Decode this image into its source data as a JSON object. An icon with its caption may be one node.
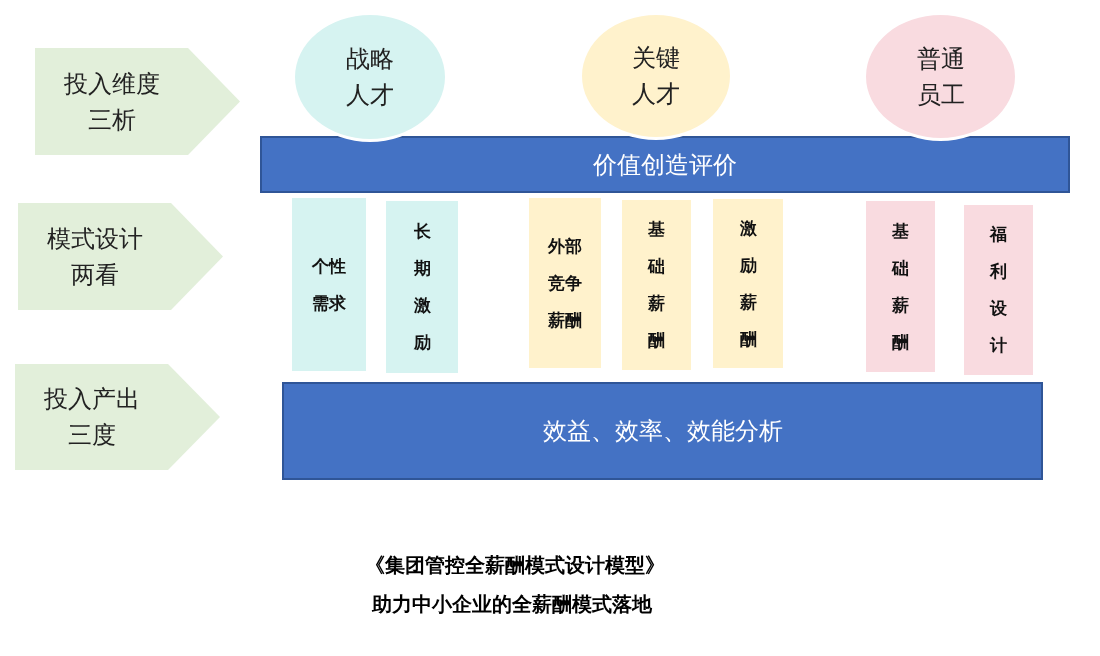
{
  "diagram": {
    "caption": "《集团管控全薪酬模式设计模型》",
    "nodes": [
      {
        "text": [
          "投入维度三析"
        ]
      },
      {
        "text": [
          "战略人才"
        ]
      },
      {
        "text": [
          "关键人才"
        ]
      },
      {
        "text": [
          "普通员工"
        ]
      },
      {
        "text": [
          "价值创造评价"
        ]
      },
      {
        "text": [
          "模式设计两看"
        ]
      },
      {
        "text": [
          "个性需求"
        ]
      },
      {
        "text": [
          "长期激励"
        ]
      },
      {
        "text": [
          "外部竞争薪酬"
        ]
      },
      {
        "text": [
          "基础薪酬"
        ]
      },
      {
        "text": [
          "激励薪酬"
        ]
      },
      {
        "text": [
          "基础薪酬"
        ]
      },
      {
        "text": [
          "福利设计"
        ]
      },
      {
        "text": [
          "投入产出三度"
        ]
      },
      {
        "text": [
          "效益、效率、效能分析"
        ]
      }
    ],
    "labels": [
      "助力中小企业的全薪酬模式落地"
    ]
  }
}
